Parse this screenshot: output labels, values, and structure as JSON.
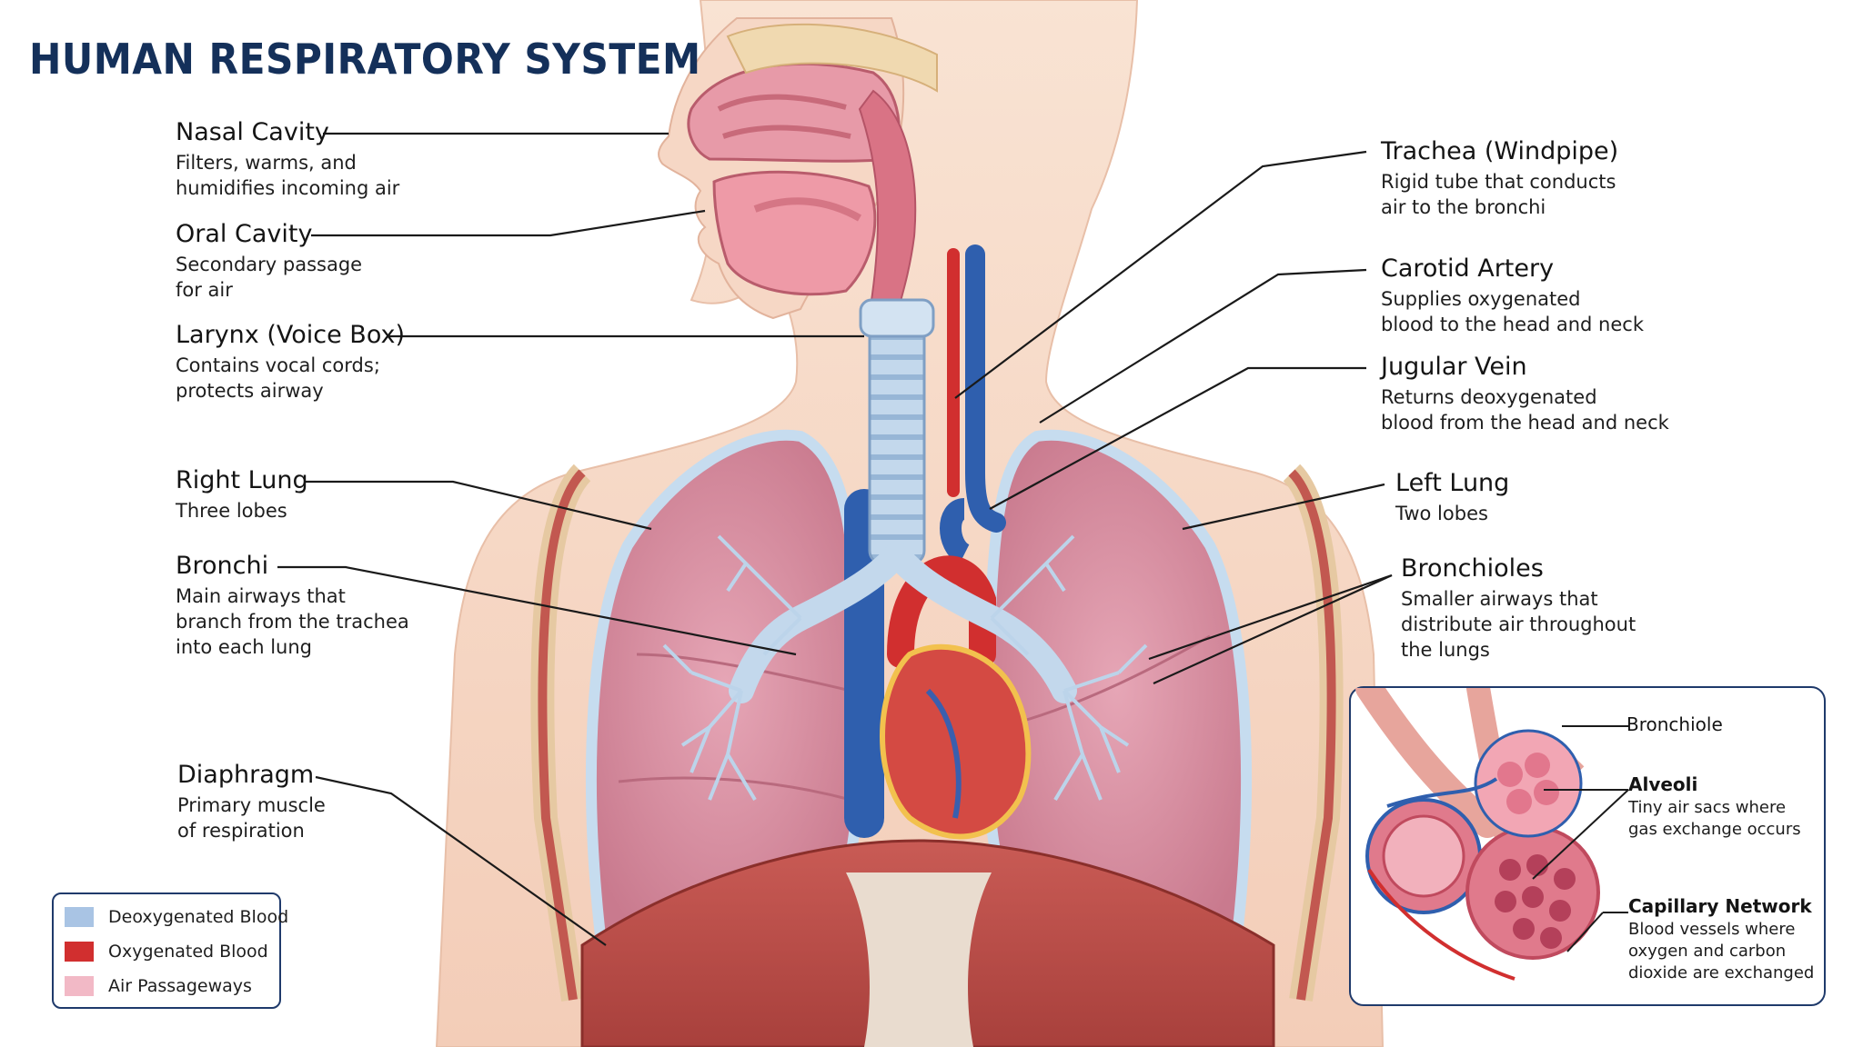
{
  "title": "HUMAN RESPIRATORY SYSTEM",
  "left_callouts": [
    {
      "name": "Nasal Cavity",
      "desc": "Filters, warms, and\nhumidifies incoming air"
    },
    {
      "name": "Oral Cavity",
      "desc": "Secondary passage\nfor air"
    },
    {
      "name": "Larynx (Voice Box)",
      "desc": "Contains vocal cords;\nprotects airway"
    },
    {
      "name": "Right Lung",
      "desc": "Three lobes"
    },
    {
      "name": "Bronchi",
      "desc": "Main airways that\nbranch from the trachea\ninto each lung"
    },
    {
      "name": "Diaphragm",
      "desc": "Primary muscle\nof respiration"
    }
  ],
  "right_callouts": [
    {
      "name": "Trachea (Windpipe)",
      "desc": "Rigid tube that conducts\nair to the bronchi"
    },
    {
      "name": "Carotid Artery",
      "desc": "Supplies oxygenated\nblood to the head and neck"
    },
    {
      "name": "Jugular Vein",
      "desc": "Returns deoxygenated\nblood from the head and neck"
    },
    {
      "name": "Left Lung",
      "desc": "Two lobes"
    },
    {
      "name": "Bronchioles",
      "desc": "Smaller airways that\ndistribute air throughout\nthe lungs"
    }
  ],
  "inset": {
    "bronchiole": {
      "name": "Bronchiole"
    },
    "alveoli": {
      "name": "Alveoli",
      "desc": "Tiny air sacs where\ngas exchange occurs"
    },
    "capillary": {
      "name": "Capillary Network",
      "desc": "Blood vessels where\noxygen and carbon\ndioxide are exchanged"
    }
  },
  "legend": [
    {
      "label": "Deoxygenated Blood",
      "color": "#a9c4e4"
    },
    {
      "label": "Oxygenated Blood",
      "color": "#d12f2f"
    },
    {
      "label": "Air Passageways",
      "color": "#f2b9c6"
    }
  ],
  "colors": {
    "title": "#14305a",
    "skin": "#f7dccb",
    "lung": "#d98ea0",
    "trachea": "#bcd4ea",
    "artery": "#d12f2f",
    "vein": "#2f5fae",
    "frame": "#1f3a6b"
  }
}
